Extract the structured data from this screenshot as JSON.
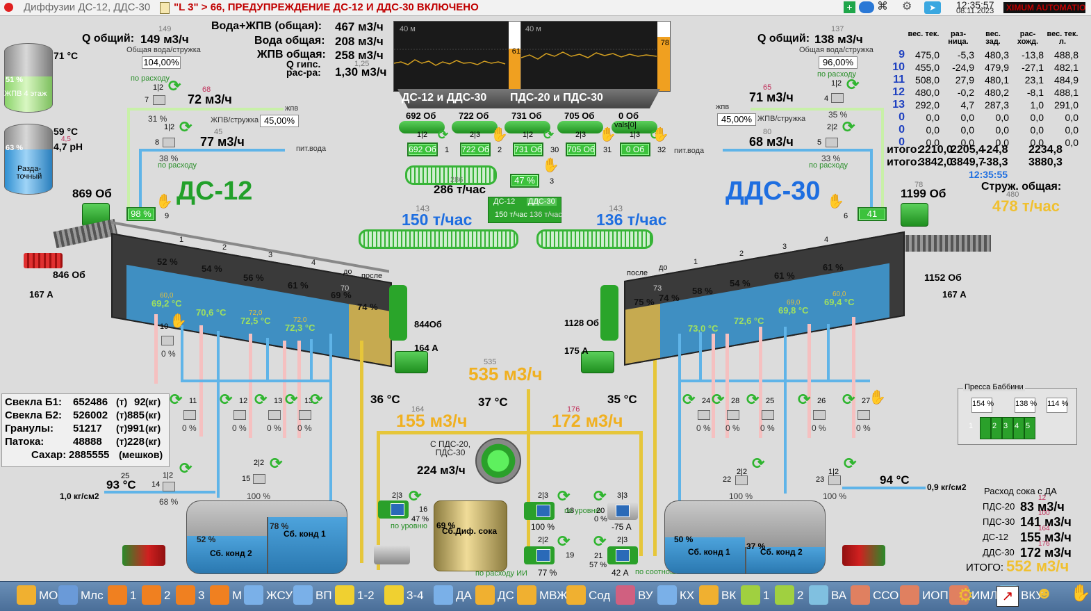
{
  "window": {
    "title": "Диффузии ДС-12, ДДС-30",
    "alert": "\"L 3\" > 66, ПРЕДУПРЕЖДЕНИЕ ДС-12 И ДДС-30 ВКЛЮЧЕНО",
    "time": "12:35:57",
    "date": "08.11.2023",
    "logo": "XIMUM AUTOMATION"
  },
  "colors": {
    "water": "#5fb4e8",
    "juice": "#e6c63a",
    "green": "#37b437",
    "title_green": "#22a02a",
    "title_blue": "#1e6ee0",
    "alert_red": "#c00000"
  },
  "left": {
    "q_total_label": "Q общий:",
    "q_total": "149 м3/ч",
    "q_total_small": "149",
    "ratio_label": "Общая вода/стружка",
    "ratio_value": "104,00%",
    "by_flow": "по расходу",
    "tank1_temp": "71 °C",
    "tank1_level": "51 %",
    "tank1_name": "ЖПВ 4 этаж",
    "tank2_temp": "59 °C",
    "tank2_ph_small": "4,5",
    "tank2_ph": "4,7 pH",
    "tank2_level": "63 %",
    "tank2_name": "Разда-точный",
    "v7_frac": "1|2",
    "v7_id": "7",
    "v7_pct": "31 %",
    "flow_jpv_small": "68",
    "flow_jpv": "72 м3/ч",
    "jpv_label": "жпв",
    "jpv_ratio_label": "ЖПВ/стружка",
    "jpv_ratio": "45,00%",
    "v8_frac": "1|2",
    "v8_id": "8",
    "v8_pct": "38 %",
    "flow_water_small": "45",
    "flow_water": "77 м3/ч",
    "pit_water": "пит.вода",
    "by_flow2": "по расходу",
    "motor_rpm": "869 Об",
    "screw_rpm": "846 Об",
    "screw_amp": "167 А",
    "title": "ДС-12",
    "feed_pct": "98 %",
    "feed_id": "9",
    "cells": [
      "52 %",
      "54 %",
      "56 %",
      "61 %",
      "69 %",
      "74 %"
    ],
    "zone_labels": [
      "1",
      "2",
      "3",
      "4",
      "до",
      "после"
    ],
    "zone_small": "70",
    "temps_small": [
      "60,0",
      "",
      "72,0",
      "72,0"
    ],
    "temps": [
      "69,2 °C",
      "70,6 °C",
      "72,5 °C",
      "72,3 °C"
    ],
    "drive_rpm": "844Об",
    "drive_amp": "164 А",
    "v10_id": "10",
    "v10_pct": "0 %"
  },
  "top": {
    "water_jpv_label": "Вода+ЖПВ (общая):",
    "water_jpv": "467 м3/ч",
    "water_total_label": "Вода общая:",
    "water_total": "208 м3/ч",
    "jpv_total_label": "ЖПВ общая:",
    "jpv_total": "258 м3/ч",
    "gyps_label": "Q гипс. рас-ра:",
    "gyps_small": "1,25",
    "gyps": "1,30 м3/ч",
    "trend1_axis": "40 м",
    "trend1_bar": "61",
    "trend2_axis": "40 м",
    "trend2_bar": "78",
    "hopper1": "ДС-12 и ДДС-30",
    "hopper2": "ПДС-20 и ПДС-30",
    "hopper_rpm": [
      "692 Об",
      "722 Об",
      "731 Об",
      "705 Об",
      "0 Об"
    ],
    "hopper_frac": [
      "1|2",
      "2|3",
      "1|2",
      "2|3",
      "1|3"
    ],
    "hopper_vals": "vals[0]",
    "feeder_vals": [
      "692 Об",
      "722 Об",
      "731 Об",
      "705 Об",
      "0 Об"
    ],
    "feeder_ids": [
      "1",
      "2",
      "30",
      "31",
      "32"
    ],
    "conv_small": "286",
    "conv_flow": "286 т/час",
    "splitter_pct": "47 %",
    "splitter_id": "3",
    "split_a": "ДС-12",
    "split_b": "ДДС-30",
    "split_a_val": "150 т/час",
    "split_b_val": "136 т/час",
    "left_flow_small": "143",
    "left_flow": "150 т/час",
    "right_flow_small": "143",
    "right_flow": "136 т/час"
  },
  "right": {
    "q_total_label": "Q общий:",
    "q_total": "138 м3/ч",
    "q_total_small": "137",
    "ratio_label": "Общая вода/стружка",
    "ratio_value": "96,00%",
    "by_flow": "по расходу",
    "v4_frac": "1|2",
    "v4_id": "4",
    "v4_pct": "35 %",
    "flow_jpv_small": "65",
    "flow_jpv": "71 м3/ч",
    "jpv_label": "жпв",
    "jpv_ratio": "45,00%",
    "jpv_ratio_label": "ЖПВ/стружка",
    "v5_frac": "2|2",
    "v5_id": "5",
    "v5_pct": "33 %",
    "flow_water_small": "80",
    "flow_water": "68 м3/ч",
    "pit_water": "пит.вода",
    "by_flow2": "по расходу",
    "title": "ДДС-30",
    "feed_id": "6",
    "feed_val": "41",
    "motor_small": "78",
    "motor_rpm": "1199 Об",
    "screw_rpm": "1152 Об",
    "screw_amp": "167 А",
    "cells": [
      "75 %",
      "74 %",
      "58 %",
      "54 %",
      "61 %",
      "61 %"
    ],
    "zone_labels": [
      "после",
      "до",
      "1",
      "2",
      "3",
      "4"
    ],
    "zone_small": "73",
    "temps_small": [
      "",
      "",
      "69,0",
      "60,0"
    ],
    "temps": [
      "73,0 °C",
      "72,6 °C",
      "69,8 °C",
      "69,4 °C"
    ],
    "drive_rpm": "1128 Об",
    "drive_amp": "175 А"
  },
  "table": {
    "headers": [
      "",
      "вес. тек.",
      "раз-ница.",
      "вес. зад.",
      "рас-хожд.",
      "вес. тек. л."
    ],
    "rows": [
      [
        "9",
        "475,0",
        "-5,3",
        "480,3",
        "-13,8",
        "488,8"
      ],
      [
        "10",
        "455,0",
        "-24,9",
        "479,9",
        "-27,1",
        "482,1"
      ],
      [
        "11",
        "508,0",
        "27,9",
        "480,1",
        "23,1",
        "484,9"
      ],
      [
        "12",
        "480,0",
        "-0,2",
        "480,2",
        "-8,1",
        "488,1"
      ],
      [
        "13",
        "292,0",
        "4,7",
        "287,3",
        "1,0",
        "291,0"
      ],
      [
        "0",
        "0,0",
        "0,0",
        "0,0",
        "0,0",
        "0,0"
      ],
      [
        "0",
        "0,0",
        "0,0",
        "0,0",
        "0,0",
        "0,0"
      ],
      [
        "0",
        "0,0",
        "0,0",
        "0,0",
        "0,0",
        "0,0"
      ]
    ],
    "total1": [
      "итого:",
      "2210,0",
      "2205,4",
      "-24,8",
      "2234,8"
    ],
    "total2": [
      "итого:",
      "3842,0",
      "3849,7",
      "-38,3",
      "3880,3"
    ],
    "clock": "12:35:55",
    "chips_label": "Струж. общая:",
    "chips_small": "480",
    "chips_value": "478 т/час"
  },
  "stock": {
    "rows": [
      {
        "label": "Свекла Б1:",
        "t": "652486",
        "tu": "(т)",
        "kg": "92",
        "ku": "(кг)"
      },
      {
        "label": "Свекла Б2:",
        "t": "526002",
        "tu": "(т)",
        "kg": "885",
        "ku": "(кг)"
      },
      {
        "label": "Гранулы:",
        "t": "51217",
        "tu": "(т)",
        "kg": "991",
        "ku": "(кг)"
      },
      {
        "label": "Патока:",
        "t": "48888",
        "tu": "(т)",
        "kg": "228",
        "ku": "(кг)"
      },
      {
        "label": "Сахар:",
        "t": "2885555",
        "tu": "",
        "kg": "",
        "ku": "(мешков)"
      }
    ]
  },
  "bottom": {
    "juice_small": "535",
    "juice_total": "535 м3/ч",
    "temp_left": "36 °C",
    "temp_mid": "37 °C",
    "temp_right": "35 °C",
    "flow_left_small": "164",
    "flow_left": "155 м3/ч",
    "flow_right_small": "176",
    "flow_right": "172 м3/ч",
    "from_pds": "С ПДС-20, ПДС-30",
    "pump_flow": "224 м3/ч",
    "juice_tank": "Сб.Диф. сока",
    "juice_tank_pct": "69 %",
    "valves_left": [
      {
        "id": "11",
        "pct": "0 %"
      },
      {
        "id": "12",
        "pct": "0 %"
      },
      {
        "id": "13",
        "pct": "0 %"
      },
      {
        "id": "13",
        "pct": "0 %"
      }
    ],
    "valves_right": [
      {
        "id": "24",
        "pct": "0 %"
      },
      {
        "id": "28",
        "pct": "0 %"
      },
      {
        "id": "25",
        "pct": "0 %"
      },
      {
        "id": "26",
        "pct": "0 %"
      },
      {
        "id": "27",
        "pct": "0 %"
      }
    ],
    "lt_temp_small": "25",
    "lt_temp": "93 °C",
    "lt_press": "1,0 кг/см2",
    "v14_frac": "1|2",
    "v14_id": "14",
    "v14_pct": "68 %",
    "v15_frac": "2|2",
    "v15_id": "15",
    "v15_pct": "100 %",
    "tank_l1": "Сб. конд 2",
    "tank_l1_pct": "52 %",
    "tank_l2": "Сб. конд 1",
    "tank_l2_pct": "78 %",
    "p16_frac": "2|3",
    "p16_id": "16",
    "p16_pct": "47 %",
    "p16_mode": "по уровню",
    "p18_frac": "2|3",
    "p18_id": "18",
    "p18_pct": "100 %",
    "p18_mode": "по уровню",
    "p19_frac": "2|2",
    "p19_id": "19",
    "p19_pct": "77 %",
    "p19_mode": "по расходу ИИ",
    "p20_frac": "3|3",
    "p20_id": "20",
    "p20_pct": "0 %",
    "p20_amp": "-75 А",
    "p21_frac": "2|3",
    "p21_id": "21",
    "p21_pct": "57 %",
    "p21_amp": "42 А",
    "p21_mode": "по соотнош.",
    "v22_frac": "2|2",
    "v22_id": "22",
    "v22_pct": "100 %",
    "v23_frac": "1|2",
    "v23_id": "23",
    "v23_pct": "100 %",
    "rt_temp": "94 °C",
    "rt_press": "0,9 кг/см2",
    "tank_r1": "Сб. конд 1",
    "tank_r1_pct": "50 %",
    "tank_r2": "Сб. конд 2",
    "tank_r2_pct": "37 %",
    "press_title": "Пресса Баббини",
    "press_vals": [
      "154 %",
      "138 %",
      "114 %"
    ],
    "press_ids": [
      "1",
      "2",
      "3",
      "4",
      "5"
    ],
    "juice_flow_title": "Расход сока с ДА",
    "juice_flows": [
      {
        "label": "ПДС-20",
        "small": "12",
        "value": "83 м3/ч"
      },
      {
        "label": "ПДС-30",
        "small": "100",
        "value": "141 м3/ч"
      },
      {
        "label": "ДС-12",
        "small": "164",
        "value": "155 м3/ч"
      },
      {
        "label": "ДДС-30",
        "small": "176",
        "value": "172 м3/ч"
      }
    ],
    "juice_total_label": "ИТОГО:",
    "juice_total_value": "552 м3/ч"
  },
  "taskbar": {
    "items": [
      "МО",
      "Млс",
      "1",
      "2",
      "3",
      "М",
      "ЖСУ",
      "ВП",
      "1-2",
      "3-4",
      "ДА",
      "ДС",
      "МВЖ",
      "Сод",
      "ВУ",
      "КХ",
      "ВК",
      "1",
      "2",
      "ВА",
      "ССО",
      "ИОП",
      "ИМЛ",
      "ВКУ"
    ],
    "icons": [
      "gear-icon",
      "chart-icon",
      "user-icon",
      "hand-icon"
    ]
  }
}
